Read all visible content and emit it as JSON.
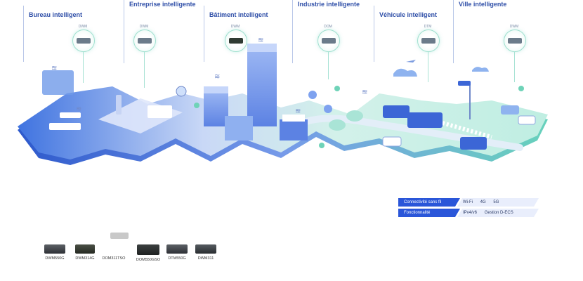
{
  "sections": [
    {
      "title": "Bureau intelligent",
      "device": "DWM"
    },
    {
      "title": "Entreprise intelligente",
      "device": "DWM"
    },
    {
      "title": "Bâtiment intelligent",
      "device": "DWM"
    },
    {
      "title": "Industrie intelligente",
      "device": "DOM"
    },
    {
      "title": "Véhicule intelligent",
      "device": "DTM"
    },
    {
      "title": "Ville intelligente",
      "device": "DWM"
    }
  ],
  "features": {
    "wireless": {
      "label": "Connectivité sans fil",
      "values": [
        "Wi-Fi",
        "4G",
        "5G"
      ]
    },
    "function": {
      "label": "Fonctionnalité",
      "values": [
        "IPv4/v6",
        "Gestion D-ECS"
      ]
    }
  },
  "products": [
    "DWM550G",
    "DWM314G",
    "DOM311TSO",
    "DOM550GSO",
    "DTM550G",
    "DWM311"
  ],
  "colors": {
    "accent": "#2a56d9",
    "title": "#2f4fa8",
    "bubble": "#9fe0cf",
    "floor": "#4f86e6"
  }
}
